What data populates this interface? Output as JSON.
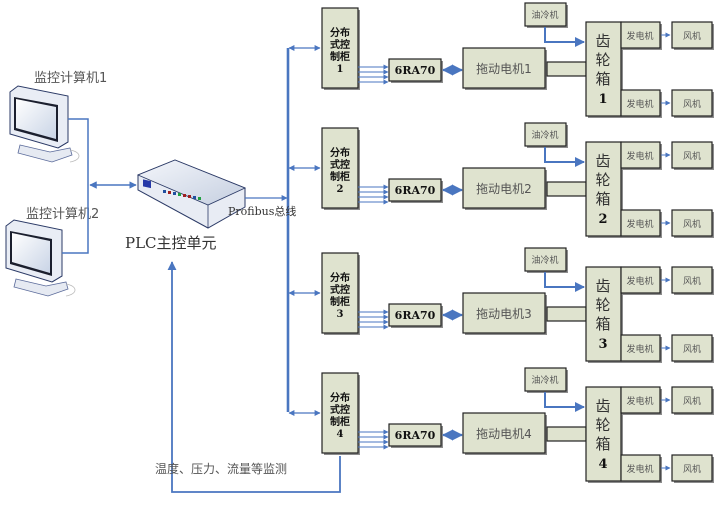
{
  "monitors": [
    {
      "label": "监控计算机1"
    },
    {
      "label": "监控计算机2"
    }
  ],
  "plc": {
    "label": "PLC主控单元"
  },
  "bus": {
    "label": "Profibus总线"
  },
  "monitoring": {
    "label": "温度、压力、流量等监测"
  },
  "rows": [
    {
      "cabinet": [
        "分布",
        "式控",
        "制柜",
        "1"
      ],
      "drive": "6RA70",
      "motor": "拖动电机1",
      "cooler": "油冷机",
      "gearbox": [
        "齿",
        "轮",
        "箱",
        "1"
      ],
      "generators": [
        "发电机",
        "发电机"
      ],
      "fans": [
        "风机",
        "风机"
      ]
    },
    {
      "cabinet": [
        "分布",
        "式控",
        "制柜",
        "2"
      ],
      "drive": "6RA70",
      "motor": "拖动电机2",
      "cooler": "油冷机",
      "gearbox": [
        "齿",
        "轮",
        "箱",
        "2"
      ],
      "generators": [
        "发电机",
        "发电机"
      ],
      "fans": [
        "风机",
        "风机"
      ]
    },
    {
      "cabinet": [
        "分布",
        "式控",
        "制柜",
        "3"
      ],
      "drive": "6RA70",
      "motor": "拖动电机3",
      "cooler": "油冷机",
      "gearbox": [
        "齿",
        "轮",
        "箱",
        "3"
      ],
      "generators": [
        "发电机",
        "发电机"
      ],
      "fans": [
        "风机",
        "风机"
      ]
    },
    {
      "cabinet": [
        "分布",
        "式控",
        "制柜",
        "4"
      ],
      "drive": "6RA70",
      "motor": "拖动电机4",
      "cooler": "油冷机",
      "gearbox": [
        "齿",
        "轮",
        "箱",
        "4"
      ],
      "generators": [
        "发电机",
        "发电机"
      ],
      "fans": [
        "风机",
        "风机"
      ]
    }
  ],
  "colors": {
    "line": "#4a76c0",
    "box_fill": "#dfe3cf",
    "box_stroke": "#222222"
  }
}
